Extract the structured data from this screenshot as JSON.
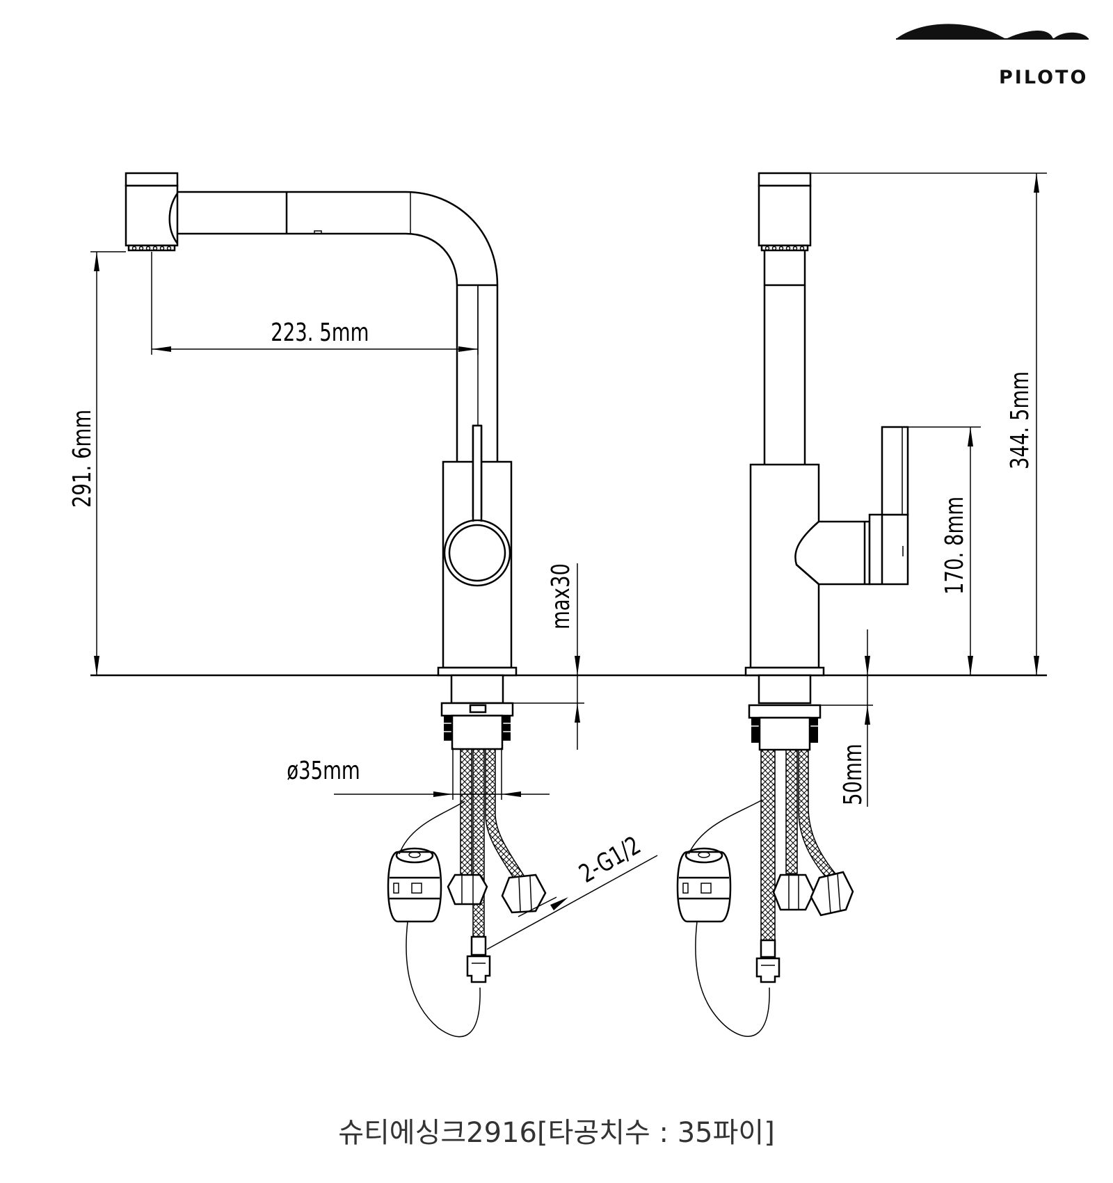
{
  "brand": {
    "name": "PILOTO",
    "logo": "piloto-wave-logo"
  },
  "caption": "슈티에싱크2916[타공치수 : 35파이]",
  "dimensions": {
    "spout_reach": "223. 5mm",
    "spout_height": "291. 6mm",
    "total_height": "344. 5mm",
    "handle_height": "170. 8mm",
    "max_deck": "max30",
    "hole_diameter": "ø35mm",
    "shank_length": "50mm",
    "connection": "2-G1/2"
  }
}
